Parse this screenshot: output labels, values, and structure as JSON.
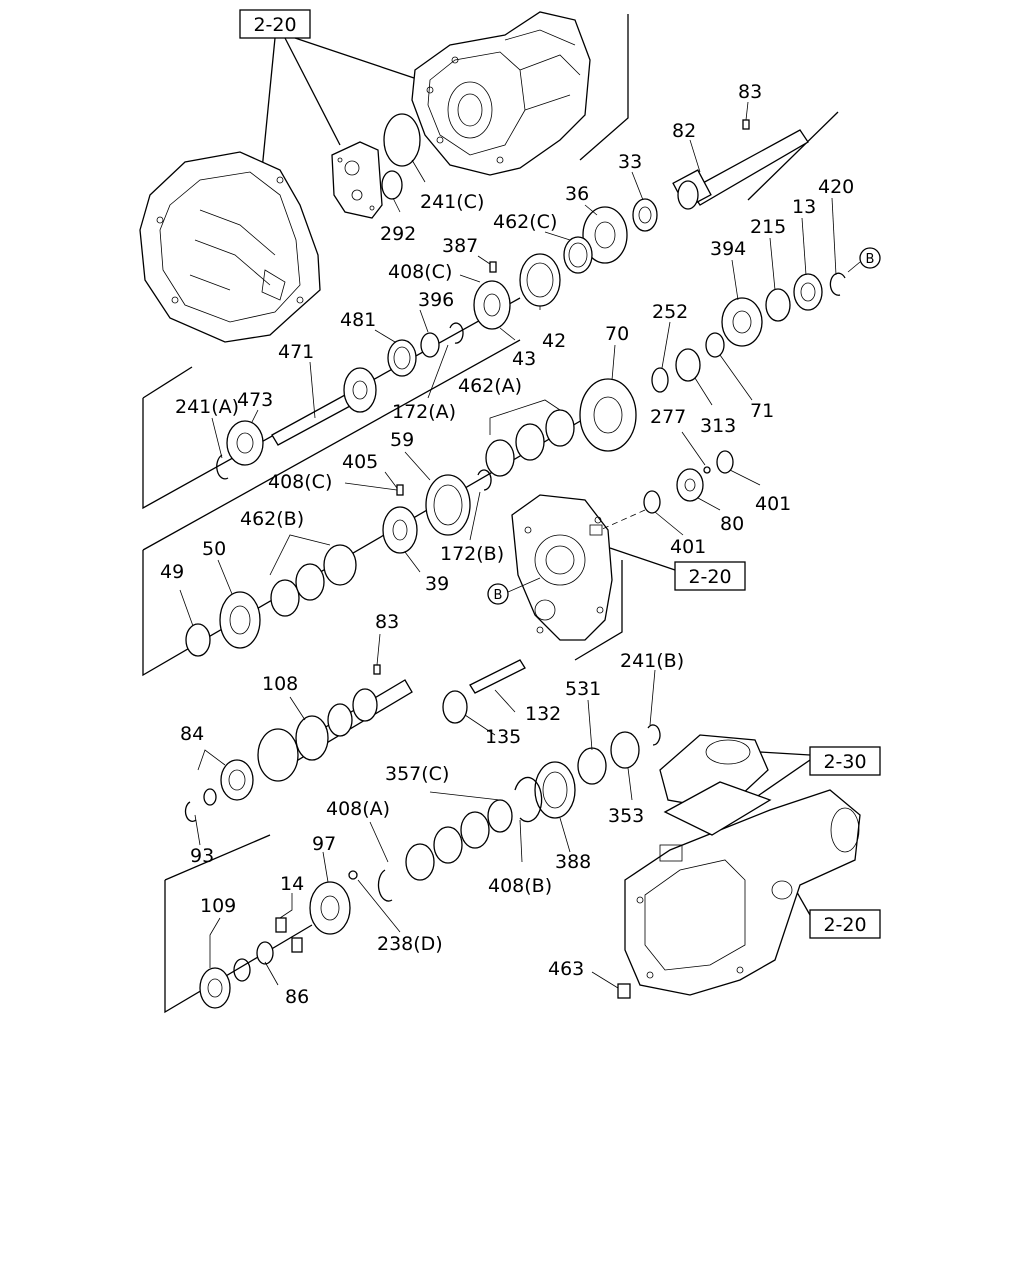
{
  "labels": {
    "ref_2_20_top": "2-20",
    "ref_2_20_mid": "2-20",
    "ref_2_30": "2-30",
    "ref_2_20_bottom": "2-20",
    "p83_top": "83",
    "p82": "82",
    "p33": "33",
    "p36": "36",
    "p420": "420",
    "p13": "13",
    "p215": "215",
    "p394": "394",
    "p462c": "462(C)",
    "p387": "387",
    "p408c_top": "408(C)",
    "p241c": "241(C)",
    "p292": "292",
    "p396": "396",
    "p481": "481",
    "p471": "471",
    "p473": "473",
    "p241a": "241(A)",
    "p172a": "172(A)",
    "p42": "42",
    "p43": "43",
    "p252": "252",
    "p70": "70",
    "p462a": "462(A)",
    "p71": "71",
    "p313": "313",
    "p277": "277",
    "p401_a": "401",
    "p80": "80",
    "p401_b": "401",
    "p405": "405",
    "p59": "59",
    "p408c_mid": "408(C)",
    "p172b": "172(B)",
    "p39": "39",
    "p462b": "462(B)",
    "p50": "50",
    "p49": "49",
    "p83_mid": "83",
    "p108": "108",
    "p84": "84",
    "p93": "93",
    "p132": "132",
    "p135": "135",
    "p531": "531",
    "p241b": "241(B)",
    "p353": "353",
    "p357c": "357(C)",
    "p408a": "408(A)",
    "p388": "388",
    "p408b": "408(B)",
    "p97": "97",
    "p14": "14",
    "p109": "109",
    "p86": "86",
    "p238d": "238(D)",
    "p463": "463",
    "circle_b_right": "B",
    "circle_b_left": "B"
  }
}
